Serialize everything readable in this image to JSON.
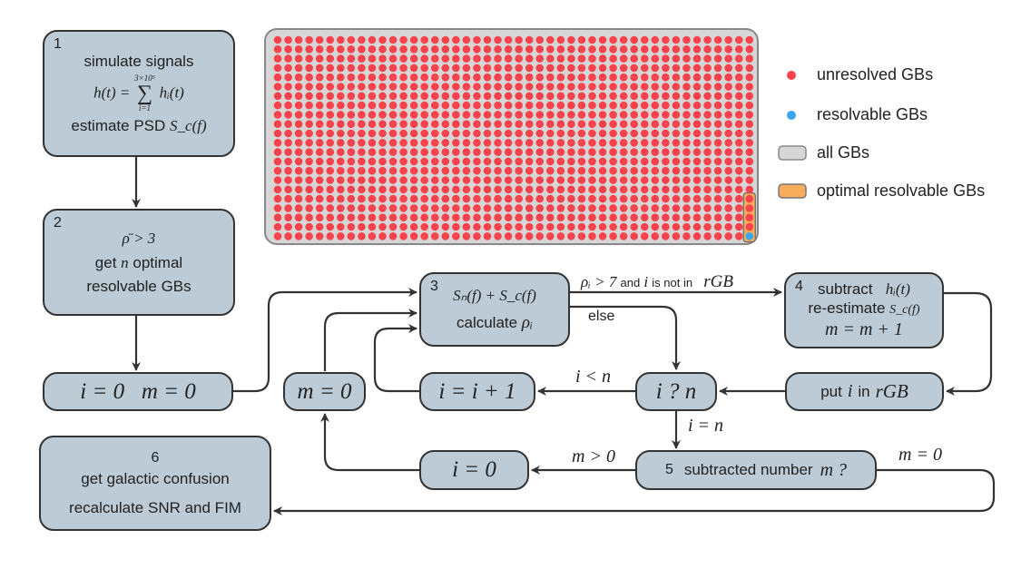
{
  "colors": {
    "box_fill": "#bccbd5",
    "unresolved": "#f8434d",
    "resolvable": "#3aa7f0",
    "all": "#d6d6d6",
    "optimal": "#f7ad5b"
  },
  "grid": {
    "cols": 46,
    "rows": 22,
    "optimal_count": 5,
    "resolvable_count": 1
  },
  "legend": {
    "unresolved": "unresolved GBs",
    "resolvable": "resolvable GBs",
    "all": "all GBs",
    "optimal": "optimal resolvable GBs"
  },
  "box1": {
    "num": "1",
    "line1": "simulate signals",
    "eq_lhs": "h(t) =",
    "sum_top": "3×10⁵",
    "sum_sym": "∑",
    "sum_bot": "i=1",
    "eq_rhs": "hᵢ(t)",
    "line3": "estimate PSD",
    "psd": "S_c(f)"
  },
  "box2": {
    "num": "2",
    "cond": "ρ̄ > 3",
    "line2a": "get",
    "n": "n",
    "line2b": "optimal",
    "line3": "resolvable GBs"
  },
  "init": {
    "text": "i = 0   m = 0"
  },
  "reset_m": {
    "text": "m = 0"
  },
  "incr": {
    "text": "i = i + 1"
  },
  "compare": {
    "text": "i ? n"
  },
  "put": {
    "a": "put",
    "i": "i",
    "b": "in",
    "rgb": "rGB"
  },
  "box3": {
    "num": "3",
    "eq": "Sₙ(f) + S_c(f)",
    "line2": "calculate",
    "rho": "ρᵢ"
  },
  "box4": {
    "num": "4",
    "a": "subtract",
    "h": "hᵢ(t)",
    "b": "re-estimate",
    "s": "S_c(f)",
    "c": "m = m + 1"
  },
  "box5": {
    "num": "5",
    "text": "subtracted number",
    "m": "m ?"
  },
  "reset_i": {
    "text": "i = 0"
  },
  "box6": {
    "num": "6",
    "line1": "get galactic confusion",
    "line2": "recalculate SNR and FIM"
  },
  "edges": {
    "cond_a": "ρᵢ > 7",
    "cond_and": "and",
    "cond_i": "i",
    "cond_not": "is not in",
    "cond_rgb": "rGB",
    "else": "else",
    "lt": "i < n",
    "eq": "i = n",
    "mgt": "m > 0",
    "meq": "m = 0"
  }
}
